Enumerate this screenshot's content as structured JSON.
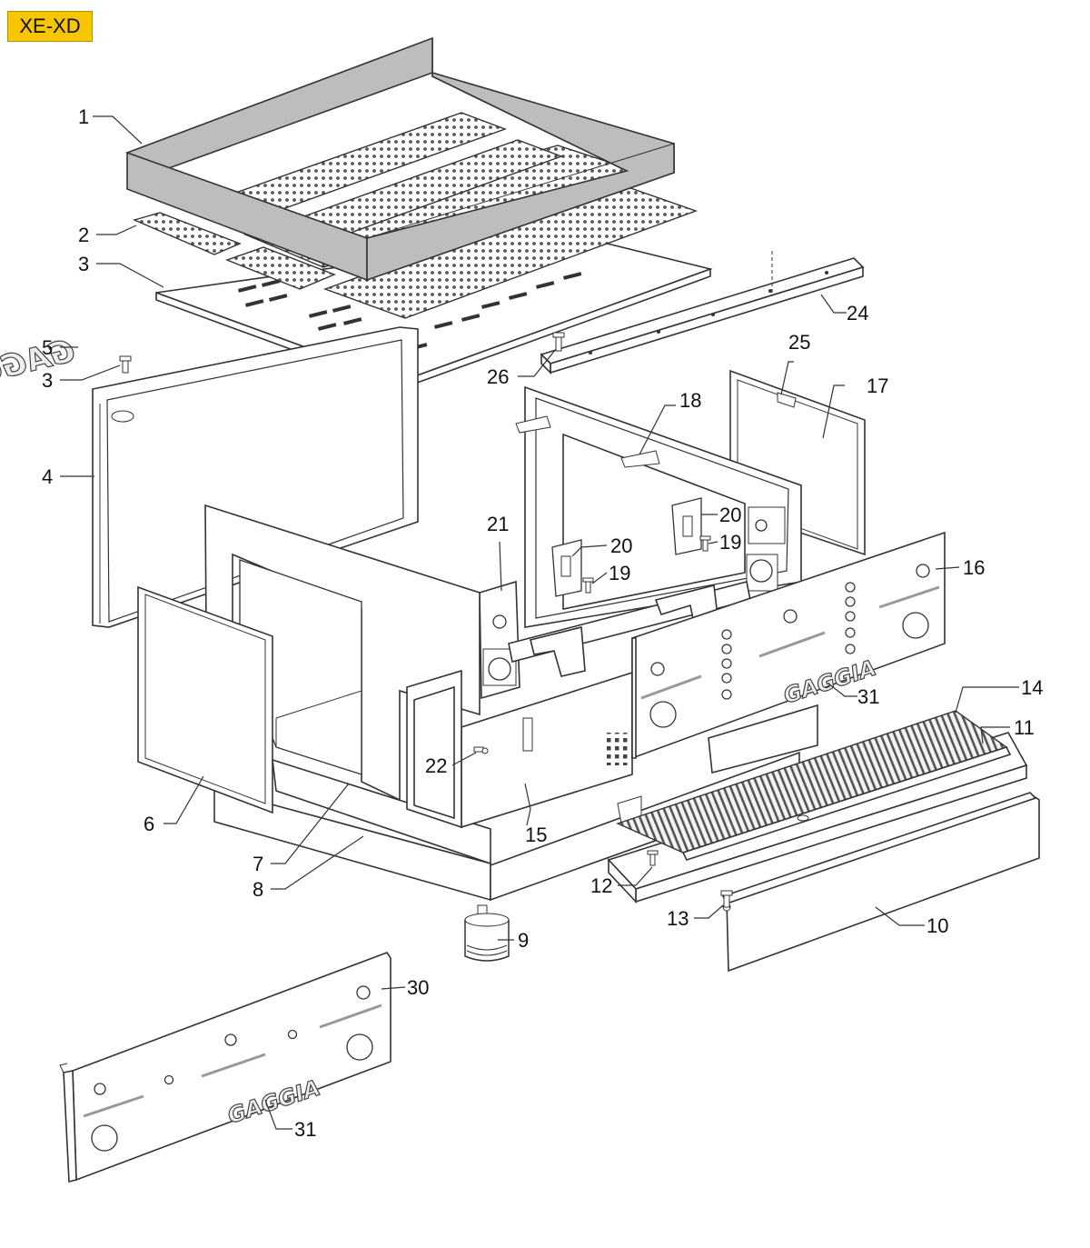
{
  "diagram": {
    "model_tag": "XE-XD",
    "brand_logo": "GAGGIA",
    "callouts": [
      {
        "id": "c1",
        "text": "1"
      },
      {
        "id": "c2",
        "text": "2"
      },
      {
        "id": "c3a",
        "text": "3"
      },
      {
        "id": "c3b",
        "text": "3"
      },
      {
        "id": "c4",
        "text": "4"
      },
      {
        "id": "c5",
        "text": "5"
      },
      {
        "id": "c6",
        "text": "6"
      },
      {
        "id": "c7",
        "text": "7"
      },
      {
        "id": "c8",
        "text": "8"
      },
      {
        "id": "c9",
        "text": "9"
      },
      {
        "id": "c10",
        "text": "10"
      },
      {
        "id": "c11",
        "text": "11"
      },
      {
        "id": "c12",
        "text": "12"
      },
      {
        "id": "c13",
        "text": "13"
      },
      {
        "id": "c14",
        "text": "14"
      },
      {
        "id": "c15",
        "text": "15"
      },
      {
        "id": "c16",
        "text": "16"
      },
      {
        "id": "c17",
        "text": "17"
      },
      {
        "id": "c18",
        "text": "18"
      },
      {
        "id": "c19a",
        "text": "19"
      },
      {
        "id": "c19b",
        "text": "19"
      },
      {
        "id": "c20a",
        "text": "20"
      },
      {
        "id": "c20b",
        "text": "20"
      },
      {
        "id": "c21",
        "text": "21"
      },
      {
        "id": "c22",
        "text": "22"
      },
      {
        "id": "c24",
        "text": "24"
      },
      {
        "id": "c25",
        "text": "25"
      },
      {
        "id": "c26",
        "text": "26"
      },
      {
        "id": "c30",
        "text": "30"
      },
      {
        "id": "c31a",
        "text": "31"
      },
      {
        "id": "c31b",
        "text": "31"
      }
    ]
  }
}
